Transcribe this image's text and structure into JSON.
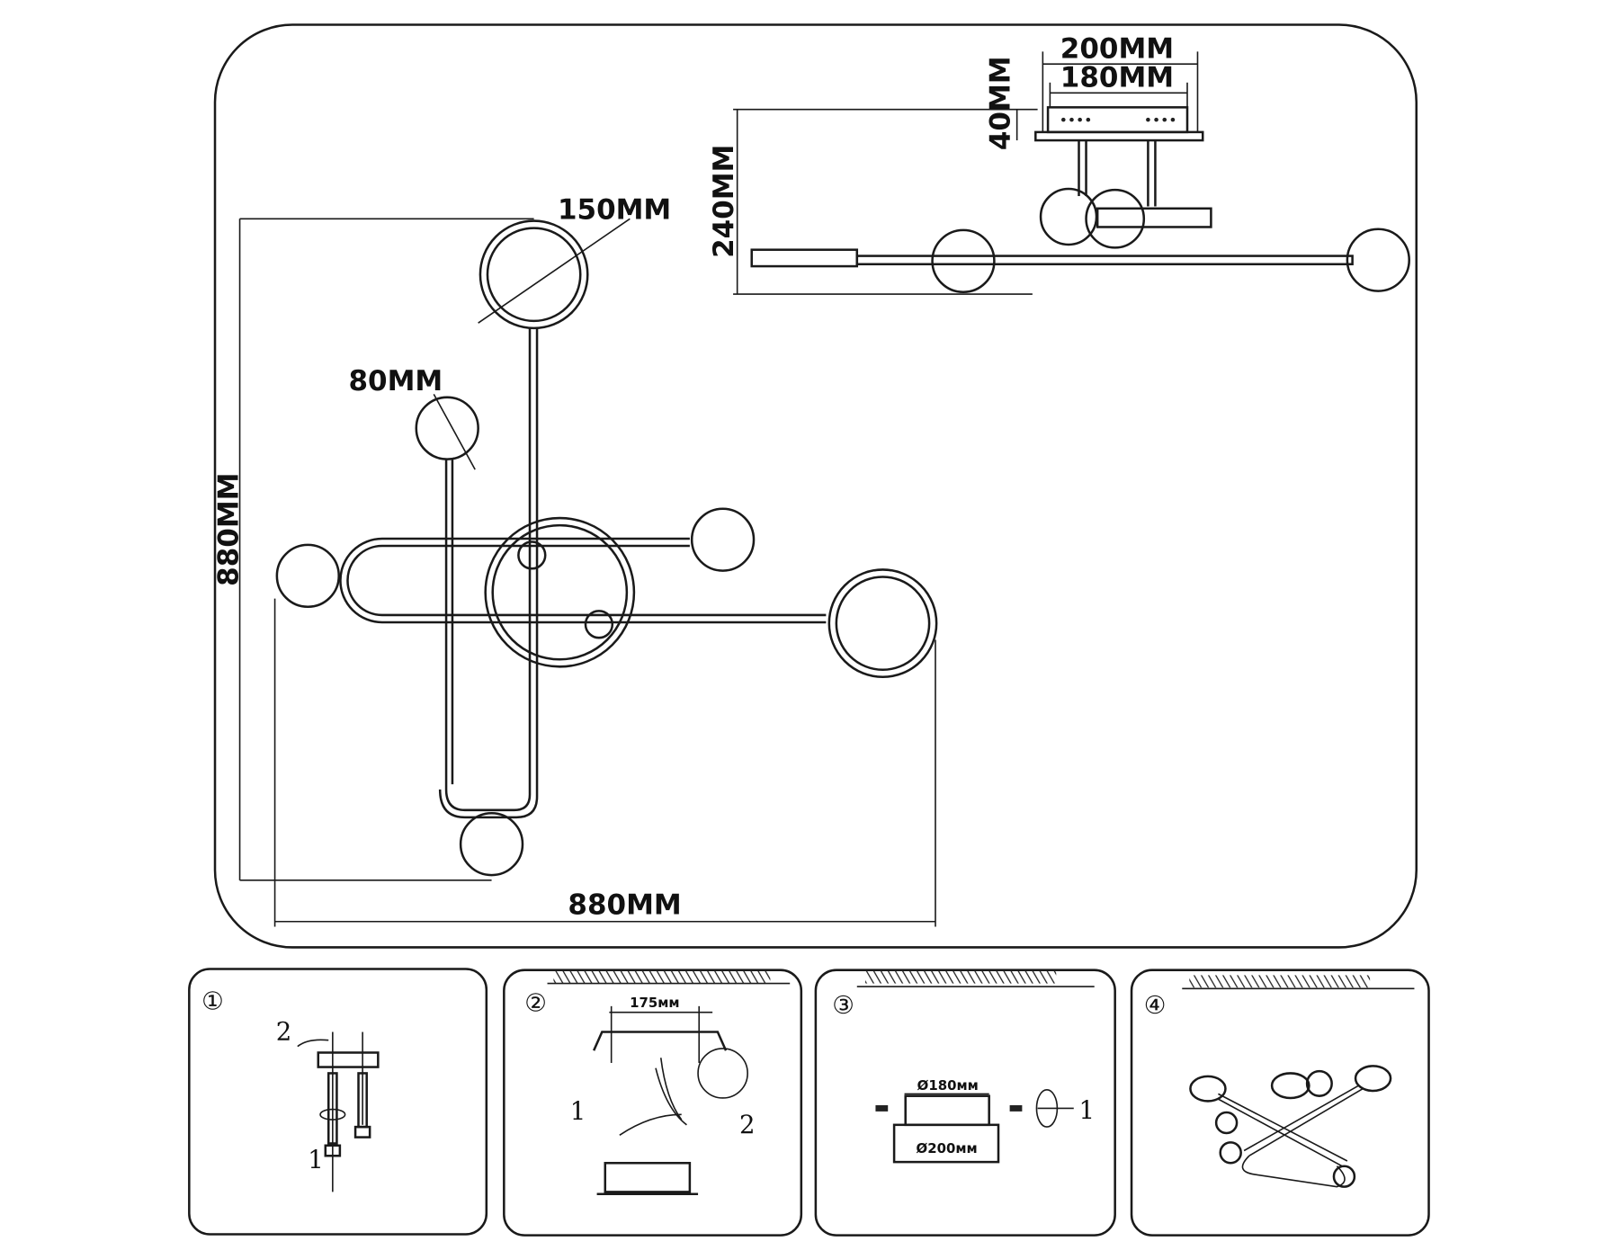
{
  "front_view": {
    "height_label": "880MM",
    "width_label": "880MM",
    "ring_label": "150MM",
    "ball_label": "80MM"
  },
  "side_view": {
    "outer_plate_label": "200MM",
    "inner_box_label": "180MM",
    "box_height_label": "40MM",
    "total_height_label": "240MM"
  },
  "steps": [
    {
      "number": "①",
      "callouts": [
        "2",
        "1"
      ]
    },
    {
      "number": "②",
      "dimension": "175мм",
      "callouts": [
        "1",
        "2"
      ]
    },
    {
      "number": "③",
      "inner_label": "Ø180мм",
      "outer_label": "Ø200мм",
      "callouts": [
        "1"
      ]
    },
    {
      "number": "④"
    }
  ]
}
